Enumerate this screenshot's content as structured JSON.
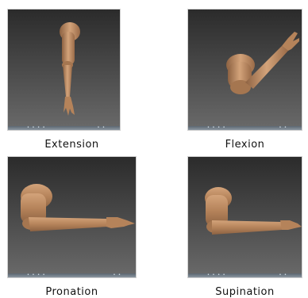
{
  "captions": {
    "extension": "Extension",
    "flexion": "Flexion",
    "pronation": "Pronation",
    "supination": "Supination"
  },
  "colors": {
    "skin": "#b5835a",
    "skin_shadow": "#8d6242",
    "skin_highlight": "#d3a37a",
    "viewport_top": "#2b2b2b",
    "viewport_bottom": "#6a6a6a"
  },
  "statusbar": {
    "left": "• • • •",
    "right": "• •"
  }
}
